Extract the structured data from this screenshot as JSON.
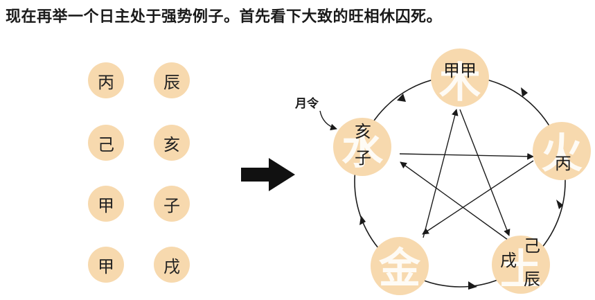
{
  "heading": "现在再举一个日主处于强势例子。首先看下大致的旺相休囚死。",
  "pillars": {
    "left": [
      "丙",
      "己",
      "甲",
      "甲"
    ],
    "right": [
      "辰",
      "亥",
      "子",
      "戌"
    ]
  },
  "elements": {
    "wood": {
      "label": "木",
      "small": "甲甲"
    },
    "fire": {
      "label": "火",
      "small": "丙"
    },
    "earth": {
      "label": "土",
      "small_left": "戌",
      "small_top": "己",
      "small_bottom": "辰"
    },
    "metal": {
      "label": "金"
    },
    "water": {
      "label": "水",
      "small_top": "亥",
      "small_bottom": "子"
    }
  },
  "month_note": "月令",
  "colors": {
    "circle": "#f7d9ae",
    "ink": "#1a1a1a"
  }
}
